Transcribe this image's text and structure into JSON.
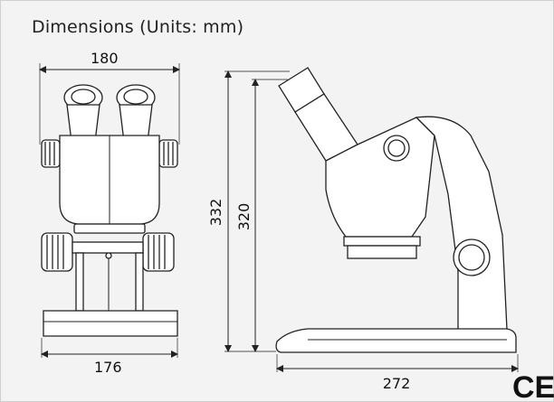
{
  "title": "Dimensions (Units: mm)",
  "dimensions": {
    "front_width_top": "180",
    "front_width_base": "176",
    "side_overall_height": "332",
    "side_arm_height": "320",
    "side_depth": "272"
  },
  "mark": "CE",
  "colors": {
    "background": "#f3f3f3",
    "line": "#222222",
    "body_fill": "#ffffff"
  }
}
